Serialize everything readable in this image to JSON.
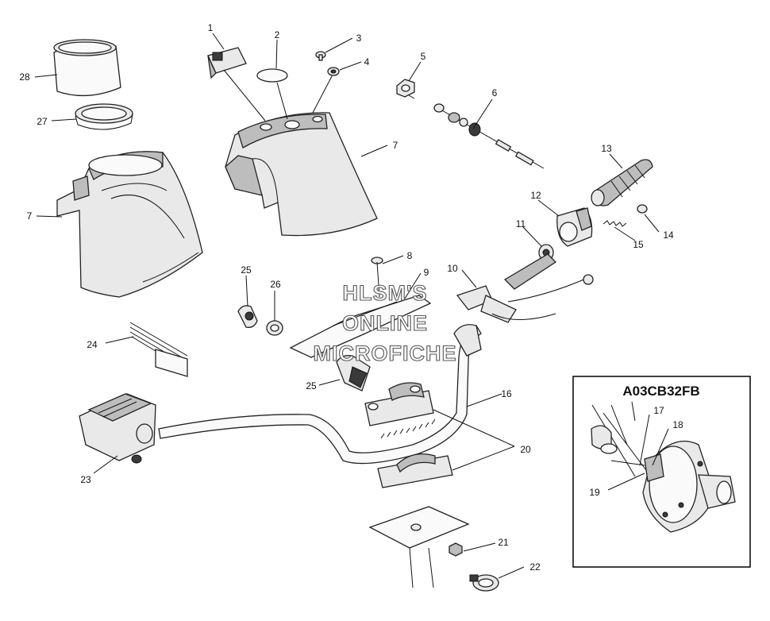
{
  "diagram": {
    "watermark": [
      "HLSM'S",
      "ONLINE",
      "MICROFICHE"
    ],
    "inset_title": "A03CB32FB",
    "callouts": [
      {
        "id": "c1",
        "label": "1"
      },
      {
        "id": "c2",
        "label": "2"
      },
      {
        "id": "c3",
        "label": "3"
      },
      {
        "id": "c4",
        "label": "4"
      },
      {
        "id": "c5",
        "label": "5"
      },
      {
        "id": "c6",
        "label": "6"
      },
      {
        "id": "c7a",
        "label": "7"
      },
      {
        "id": "c7b",
        "label": "7"
      },
      {
        "id": "c8",
        "label": "8"
      },
      {
        "id": "c9",
        "label": "9"
      },
      {
        "id": "c10",
        "label": "10"
      },
      {
        "id": "c11",
        "label": "11"
      },
      {
        "id": "c12",
        "label": "12"
      },
      {
        "id": "c13",
        "label": "13"
      },
      {
        "id": "c14",
        "label": "14"
      },
      {
        "id": "c15",
        "label": "15"
      },
      {
        "id": "c16",
        "label": "16"
      },
      {
        "id": "c17",
        "label": "17"
      },
      {
        "id": "c18",
        "label": "18"
      },
      {
        "id": "c19",
        "label": "19"
      },
      {
        "id": "c20",
        "label": "20"
      },
      {
        "id": "c21",
        "label": "21"
      },
      {
        "id": "c22",
        "label": "22"
      },
      {
        "id": "c23",
        "label": "23"
      },
      {
        "id": "c24",
        "label": "24"
      },
      {
        "id": "c25a",
        "label": "25"
      },
      {
        "id": "c25b",
        "label": "25"
      },
      {
        "id": "c26",
        "label": "26"
      },
      {
        "id": "c27",
        "label": "27"
      },
      {
        "id": "c28",
        "label": "28"
      }
    ]
  }
}
